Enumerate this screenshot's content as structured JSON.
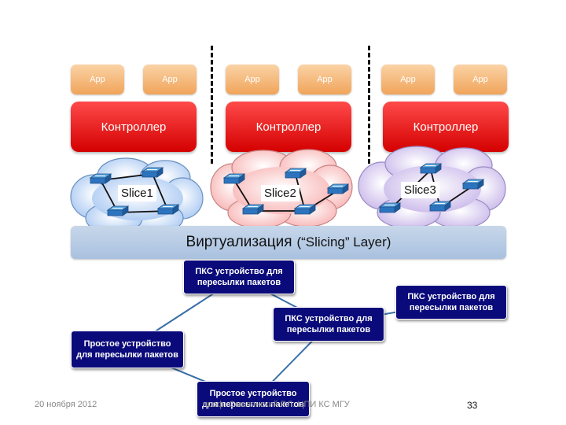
{
  "apps": [
    {
      "label": "App"
    },
    {
      "label": "App"
    },
    {
      "label": "App"
    },
    {
      "label": "App"
    },
    {
      "label": "App"
    },
    {
      "label": "App"
    }
  ],
  "controllers": [
    {
      "label": "Контроллер"
    },
    {
      "label": "Контроллер"
    },
    {
      "label": "Контроллер"
    }
  ],
  "slices": [
    {
      "label": "Slice1",
      "color": "#a9c8f2"
    },
    {
      "label": "Slice2",
      "color": "#f8b4b4"
    },
    {
      "label": "Slice3",
      "color": "#c9b8ea"
    }
  ],
  "virtualization": {
    "title": "Виртуализация",
    "subtitle": "(“Slicing” Layer)"
  },
  "devices": [
    {
      "label": "ПКС устройство для пересылки пакетов"
    },
    {
      "label": "ПКС устройство для пересылки пакетов"
    },
    {
      "label": "ПКС устройство для пересылки пакетов"
    },
    {
      "label": "Простое устройство для пересылки пакетов"
    },
    {
      "label": "Простое устройство для пересылки пакетов"
    }
  ],
  "footer": {
    "date": "20 ноября 2012",
    "author": "проф. Смелянский Р.Л. ЦПИ КС МГУ",
    "page": "33"
  },
  "colors": {
    "controller": "#e00000",
    "app": "#f5b06a",
    "device": "#0a0a7a",
    "link": "#3a6fa8"
  }
}
